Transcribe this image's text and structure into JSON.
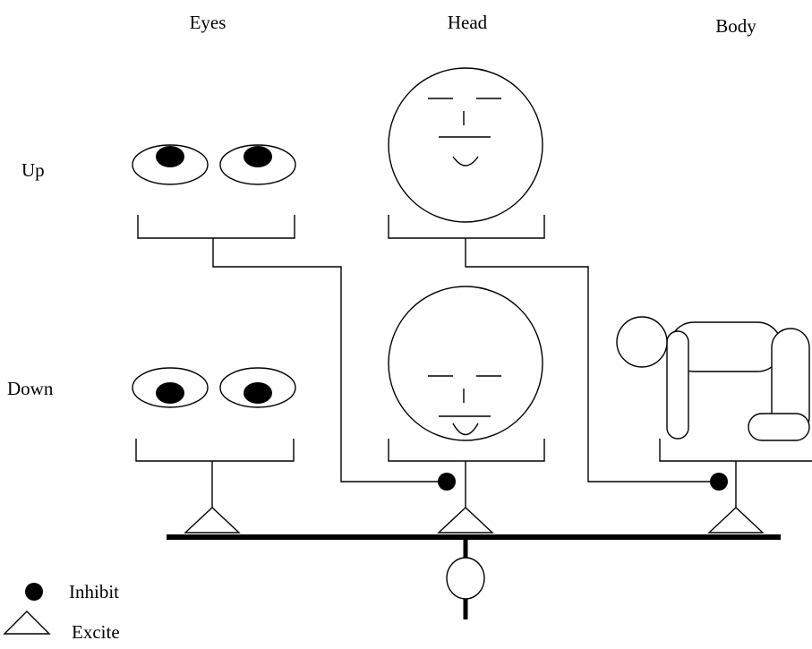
{
  "columns": {
    "eyes": "Eyes",
    "head": "Head",
    "body": "Body"
  },
  "rows": {
    "up": "Up",
    "down": "Down"
  },
  "legend": {
    "inhibit": "Inhibit",
    "excite": "Excite"
  }
}
